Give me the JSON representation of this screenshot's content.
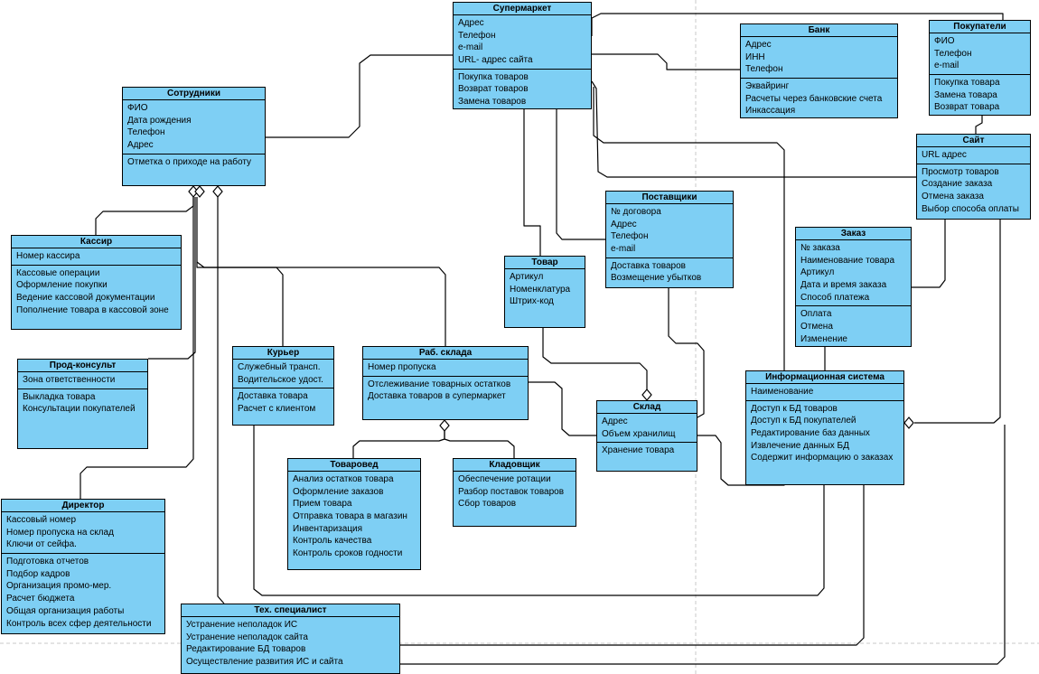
{
  "colors": {
    "box_fill": "#7ecff4",
    "stroke": "#000000",
    "guide": "#c8c8c8"
  },
  "entities": [
    {
      "id": "supermarket",
      "title": "Супермаркет",
      "sections": [
        [
          "Адрес",
          "Телефон",
          "e-mail",
          "URL- адрес сайта"
        ],
        [
          "Покупка товаров",
          "Возврат товаров",
          "Замена товаров"
        ]
      ]
    },
    {
      "id": "bank",
      "title": "Банк",
      "sections": [
        [
          "Адрес",
          "ИНН",
          "Телефон"
        ],
        [
          "Эквайринг",
          "Расчеты через банковские счета",
          "Инкассация"
        ]
      ]
    },
    {
      "id": "customers",
      "title": "Покупатели",
      "sections": [
        [
          "ФИО",
          "Телефон",
          "e-mail"
        ],
        [
          "Покупка товара",
          "Замена товара",
          "Возврат товара"
        ]
      ]
    },
    {
      "id": "employees",
      "title": "Сотрудники",
      "sections": [
        [
          "ФИО",
          "Дата рождения",
          "Телефон",
          "Адрес"
        ],
        [
          "Отметка о приходе на работу"
        ]
      ]
    },
    {
      "id": "site",
      "title": "Сайт",
      "sections": [
        [
          "URL адрес"
        ],
        [
          "Просмотр товаров",
          "Создание заказа",
          "Отмена заказа",
          "Выбор способа оплаты"
        ]
      ]
    },
    {
      "id": "suppliers",
      "title": "Поставщики",
      "sections": [
        [
          "№ договора",
          "Адрес",
          "Телефон",
          "e-mail"
        ],
        [
          "Доставка товаров",
          "Возмещение убытков"
        ]
      ]
    },
    {
      "id": "cashier",
      "title": "Кассир",
      "sections": [
        [
          "Номер кассира"
        ],
        [
          "Кассовые операции",
          "Оформление покупки",
          "Ведение кассовой документации",
          "Пополнение товара в кассовой зоне"
        ]
      ]
    },
    {
      "id": "order",
      "title": "Заказ",
      "sections": [
        [
          "№ заказа",
          "Наименование товара",
          "Артикул",
          "Дата и время заказа",
          "Способ платежа"
        ],
        [
          "Оплата",
          "Отмена",
          "Изменение"
        ]
      ]
    },
    {
      "id": "product",
      "title": "Товар",
      "sections": [
        [
          "Артикул",
          "Номенклатура",
          "Штрих-код"
        ]
      ]
    },
    {
      "id": "consultant",
      "title": "Прод-консульт",
      "sections": [
        [
          "Зона ответственности"
        ],
        [
          "Выкладка товара",
          "Консультации покупателей"
        ]
      ]
    },
    {
      "id": "courier",
      "title": "Курьер",
      "sections": [
        [
          "Служебный трансп.",
          "Водительское удост."
        ],
        [
          "Доставка товара",
          "Расчет с клиентом"
        ]
      ]
    },
    {
      "id": "warehouse_worker",
      "title": "Раб. склада",
      "sections": [
        [
          "Номер пропуска"
        ],
        [
          "Отслеживание товарных остатков",
          "Доставка товаров в супермаркет"
        ]
      ]
    },
    {
      "id": "infosys",
      "title": "Информационная система",
      "sections": [
        [
          "Наименование"
        ],
        [
          "Доступ к БД товаров",
          "Доступ к БД покупателей",
          "Редактирование баз данных",
          "Извлечение данных БД",
          "Содержит информацию о заказах"
        ]
      ]
    },
    {
      "id": "warehouse",
      "title": "Склад",
      "sections": [
        [
          "Адрес",
          "Объем хранилищ"
        ],
        [
          "Хранение товара"
        ]
      ]
    },
    {
      "id": "merchandiser",
      "title": "Товаровед",
      "sections": [
        [
          "Анализ остатков товара",
          "Оформление заказов",
          "Прием товара",
          "Отправка товара в магазин",
          "Инвентаризация",
          "Контроль качества",
          "Контроль сроков годности"
        ]
      ]
    },
    {
      "id": "storekeeper",
      "title": "Кладовщик",
      "sections": [
        [
          "Обеспечение ротации",
          "Разбор поставок товаров",
          "Сбор товаров"
        ]
      ]
    },
    {
      "id": "director",
      "title": "Директор",
      "sections": [
        [
          "Кассовый номер",
          "Номер пропуска на склад",
          "Ключи от сейфа."
        ],
        [
          "Подготовка отчетов",
          "Подбор кадров",
          "Организация промо-мер.",
          "Расчет бюджета",
          "Общая организация работы",
          "Контроль всех сфер деятельности"
        ]
      ]
    },
    {
      "id": "tech",
      "title": "Тех. специалист",
      "sections": [
        [
          "Устранение неполадок ИС",
          "Устранение неполадок сайта",
          "Редактирование БД товаров",
          "Осуществление развития ИС и сайта"
        ]
      ]
    }
  ]
}
